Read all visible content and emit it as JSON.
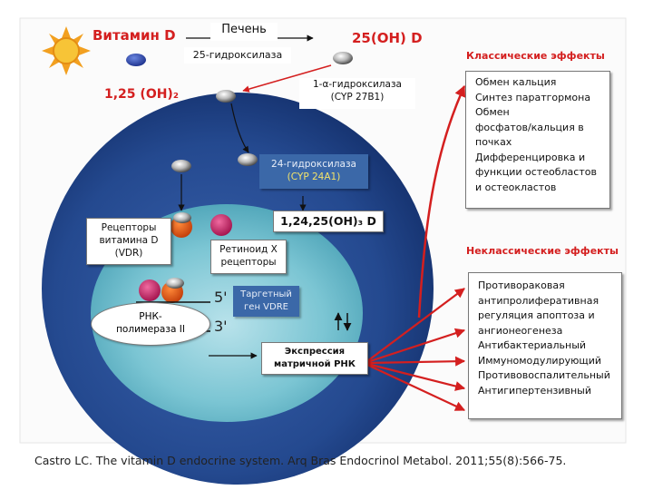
{
  "compounds": {
    "vitamin_d": "Витамин D",
    "calcifediol": "25(OH) D",
    "calcitriol": "1,25 (OH)₂",
    "calcitroic": "1,24,25(OH)₃ D"
  },
  "organ": "Печень",
  "enzymes": {
    "hydroxylase_25": "25-гидроксилаза",
    "alpha_line1": "1-α-гидроксилаза",
    "alpha_line2": "(CYP 27B1)",
    "hydroxylase_24_line1": "24-гидроксилаза",
    "hydroxylase_24_line2": "(CYP 24A1)"
  },
  "receptors": {
    "vdr": [
      "Рецепторы",
      "витамина D",
      "(VDR)"
    ],
    "rxr": [
      "Ретиноид X",
      "рецепторы"
    ]
  },
  "gene": {
    "target": [
      "Таргетный",
      "ген VDRE"
    ],
    "five_prime": "5'",
    "three_prime": "3'"
  },
  "polymerase": [
    "РНК-",
    "полимераза II"
  ],
  "expression": [
    "Экспрессия",
    "матричной РНК"
  ],
  "classical": {
    "title": "Классические эффекты",
    "items": [
      "Обмен кальция",
      "Синтез паратгормона",
      "Обмен",
      "фосфатов/кальция в",
      "почках",
      "Дифференцировка и",
      "функции остеобластов",
      "и остеокластов"
    ]
  },
  "nonclassical": {
    "title": "Неклассические эффекты",
    "items": [
      "Противораковая",
      "антипролиферативная",
      "регуляция апоптоза и",
      "ангионеогенеза",
      "Антибактериальный",
      "Иммуномодулирующий",
      "Противовоспалительный",
      "Антигипертензивный"
    ]
  },
  "citation": "Castro LC. The vitamin D endocrine system. Arq Bras Endocrinol Metabol. 2011;55(8):566-75.",
  "colors": {
    "accent": "#d41f1f",
    "cell_outer": "#1d3f86",
    "nucleus": "#5fbcc8",
    "enzyme_box": "#3b68a8"
  },
  "icons": [
    "sun-icon"
  ]
}
